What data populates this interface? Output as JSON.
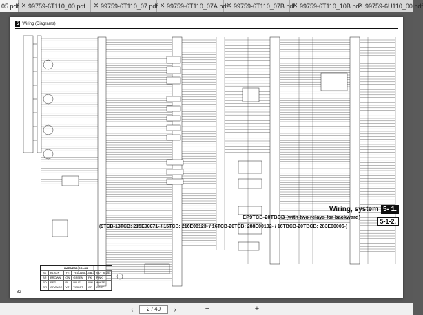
{
  "tabs": [
    {
      "label": "05.pdf",
      "active": true
    },
    {
      "label": "99759-6T110_00.pdf",
      "active": false
    },
    {
      "label": "99759-6T110_07.pdf",
      "active": false
    },
    {
      "label": "99759-6T110_07A.pdf",
      "active": false
    },
    {
      "label": "99759-6T110_07B.pdf",
      "active": false
    },
    {
      "label": "99759-6T110_10B.pdf",
      "active": false
    },
    {
      "label": "99759-6U110_00.pdf",
      "active": false
    }
  ],
  "page": {
    "section_badge": "5",
    "section_title": "Wiring (Diagrams)",
    "wiring_title": "Wiring, system",
    "section_primary": "5- 1.",
    "model_line": "EP9TCB-20TBCB (with two relays for backward)",
    "section_secondary": "5-1-2.",
    "serial_line": "(9TCB-13TCB: 215E00071- / 15TCB: 216E00123- / 16TCB-20TCB: 288E00102- / 16TBCB-20TBCB: 283E00006-)",
    "page_number": "82"
  },
  "legend": {
    "title": "HARNESS COLOR",
    "rows": [
      [
        "BK",
        "BLACK",
        "YE",
        "YELLOW",
        "SB",
        "SKY BLUE"
      ],
      [
        "BR",
        "BROWN",
        "GN",
        "GREEN",
        "PK",
        "PINK"
      ],
      [
        "RD",
        "RED",
        "BL",
        "BLUE",
        "WH",
        "WHITE"
      ],
      [
        "OR",
        "ORANGE",
        "VT",
        "VIOLET",
        "GR",
        "GRAY"
      ]
    ]
  },
  "statusbar": {
    "current_page": "2",
    "total_pages": "/ 40"
  }
}
